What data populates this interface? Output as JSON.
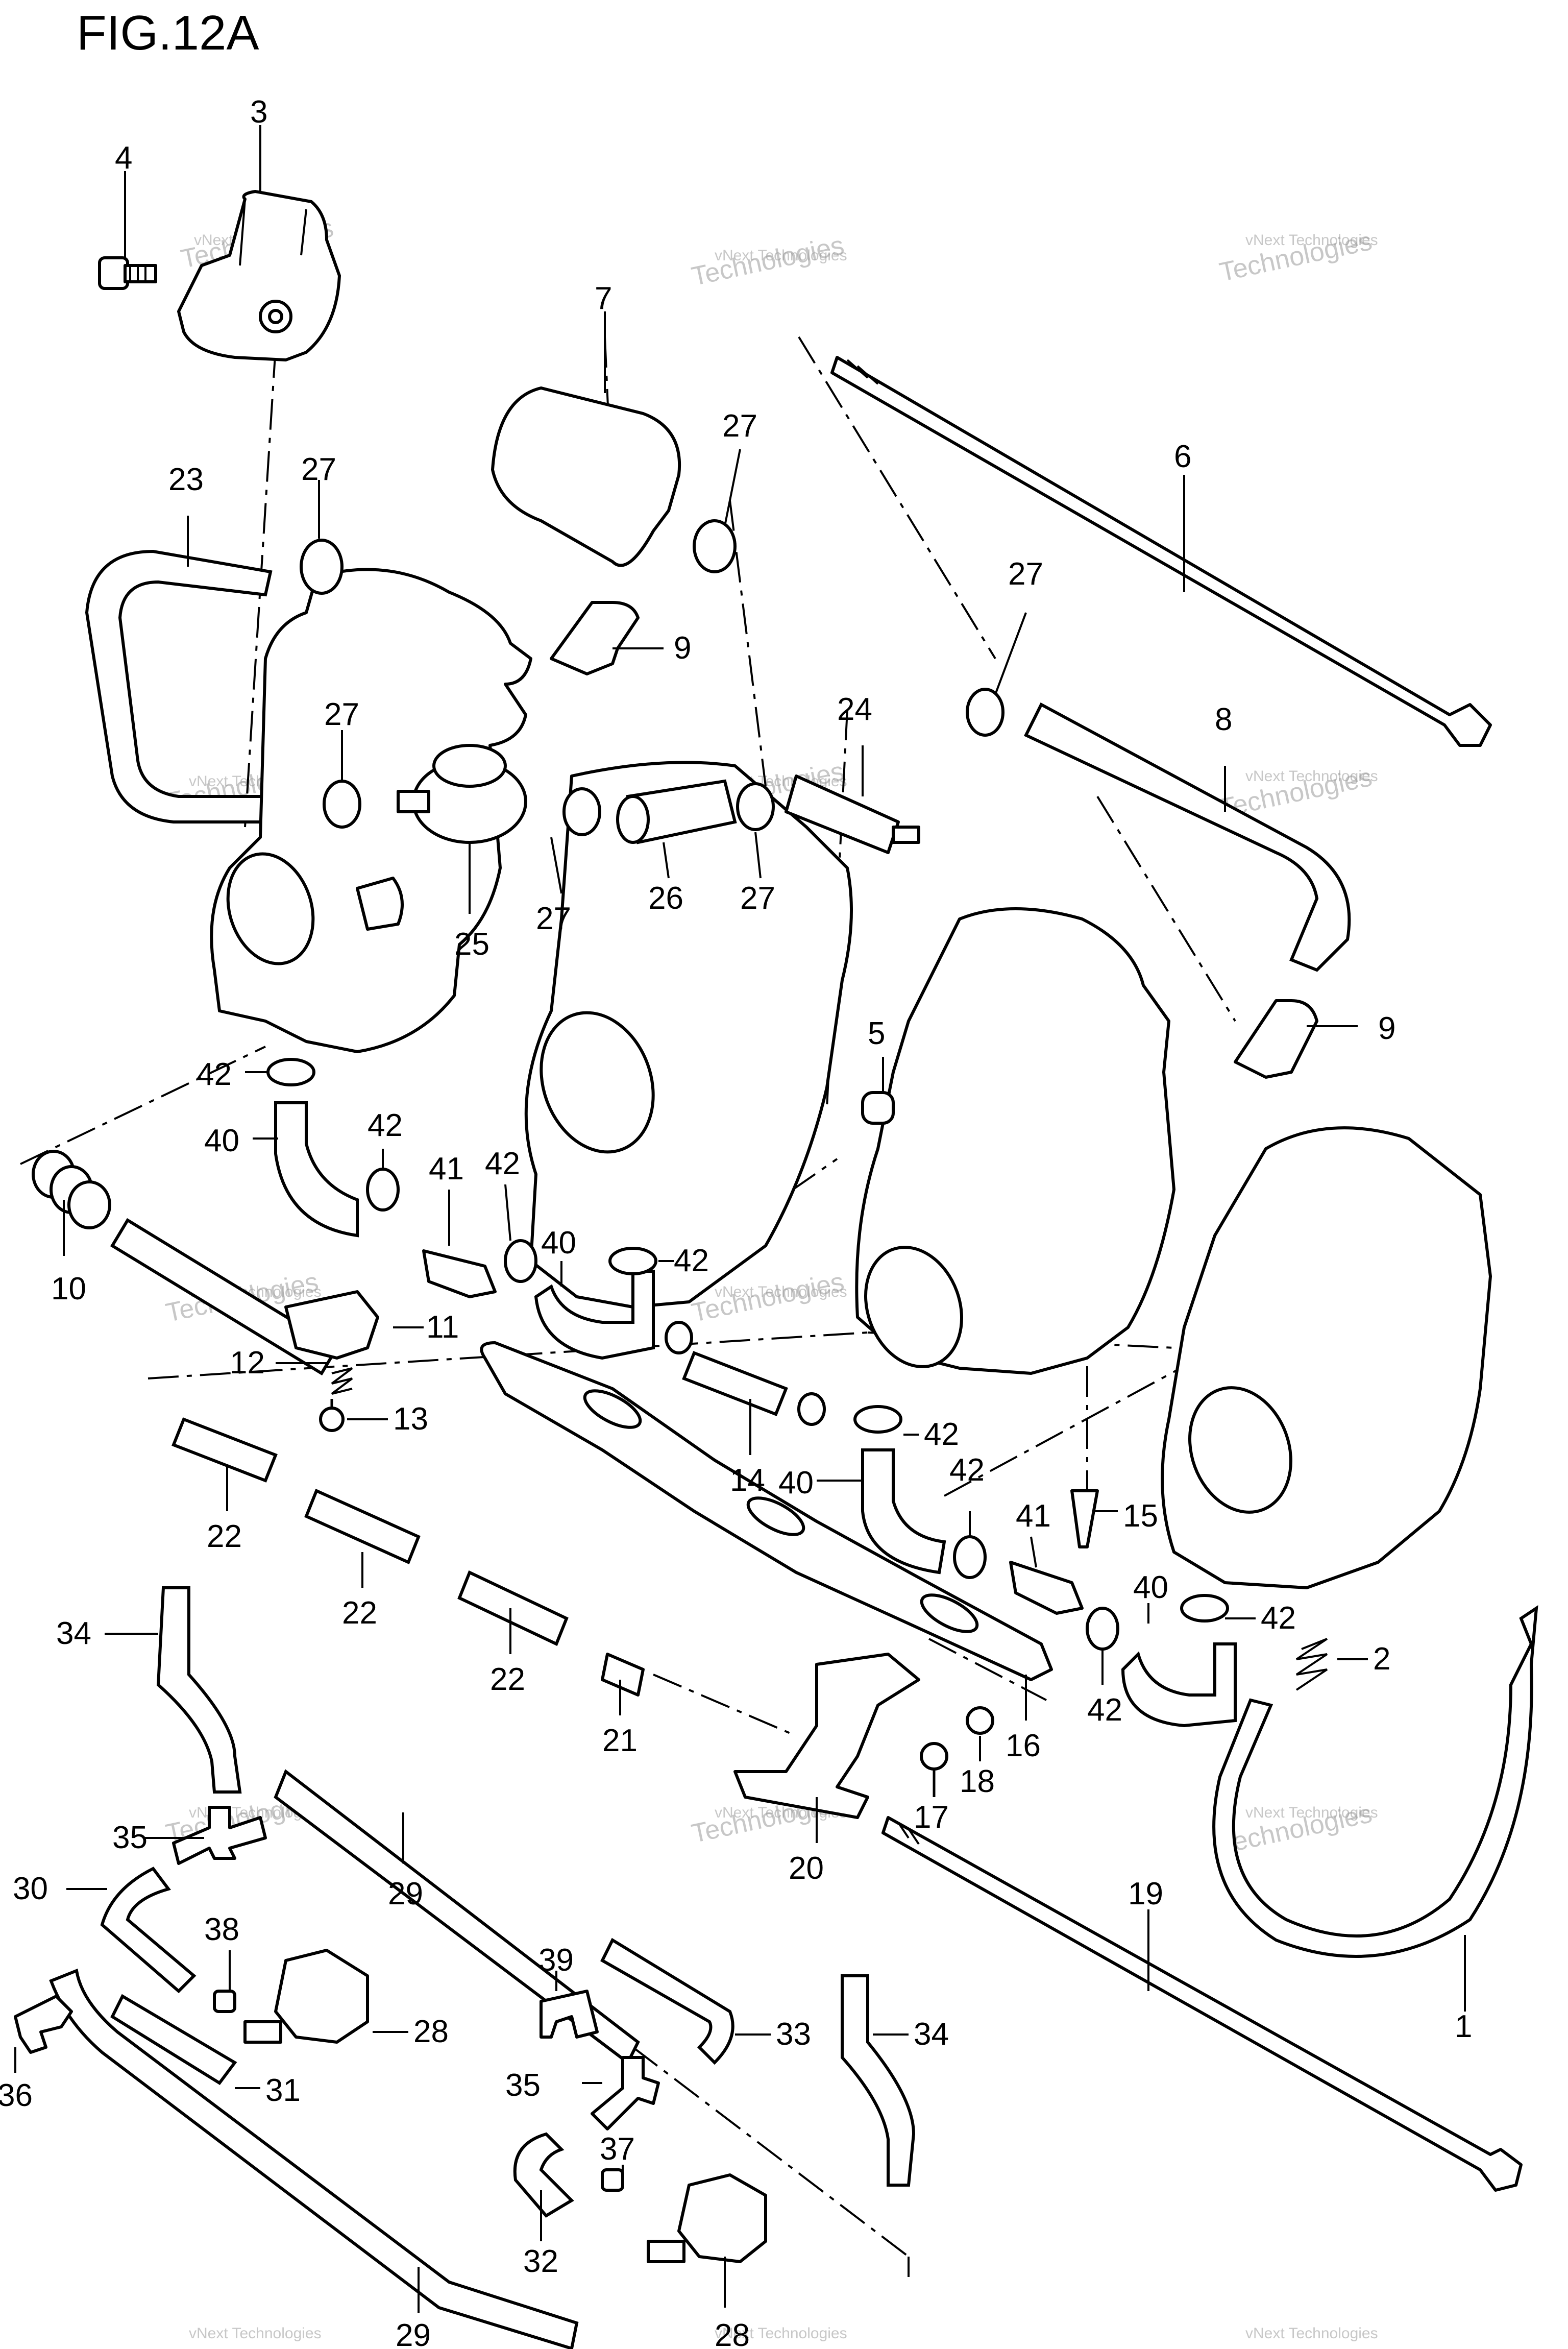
{
  "figure": {
    "title": "FIG.12A"
  },
  "watermark": {
    "line1": "vNext Technologies",
    "line2": "Technologies"
  },
  "callouts": {
    "c1": "1",
    "c2": "2",
    "c3": "3",
    "c4": "4",
    "c5": "5",
    "c6": "6",
    "c7": "7",
    "c8": "8",
    "c9a": "9",
    "c9b": "9",
    "c10": "10",
    "c11": "11",
    "c12": "12",
    "c13": "13",
    "c14": "14",
    "c15": "15",
    "c16": "16",
    "c17": "17",
    "c18": "18",
    "c19": "19",
    "c20": "20",
    "c21": "21",
    "c22a": "22",
    "c22b": "22",
    "c22c": "22",
    "c23": "23",
    "c24": "24",
    "c25": "25",
    "c26": "26",
    "c27a": "27",
    "c27b": "27",
    "c27c": "27",
    "c27d": "27",
    "c27e": "27",
    "c27f": "27",
    "c28a": "28",
    "c28b": "28",
    "c29a": "29",
    "c29b": "29",
    "c30": "30",
    "c31": "31",
    "c32": "32",
    "c33": "33",
    "c34a": "34",
    "c34b": "34",
    "c35a": "35",
    "c35b": "35",
    "c36": "36",
    "c37": "37",
    "c38": "38",
    "c39": "39",
    "c40a": "40",
    "c40b": "40",
    "c40c": "40",
    "c40d": "40",
    "c41a": "41",
    "c41b": "41",
    "c42a": "42",
    "c42b": "42",
    "c42c": "42",
    "c42d": "42",
    "c42e": "42",
    "c42f": "42",
    "c42g": "42",
    "c42h": "42"
  }
}
